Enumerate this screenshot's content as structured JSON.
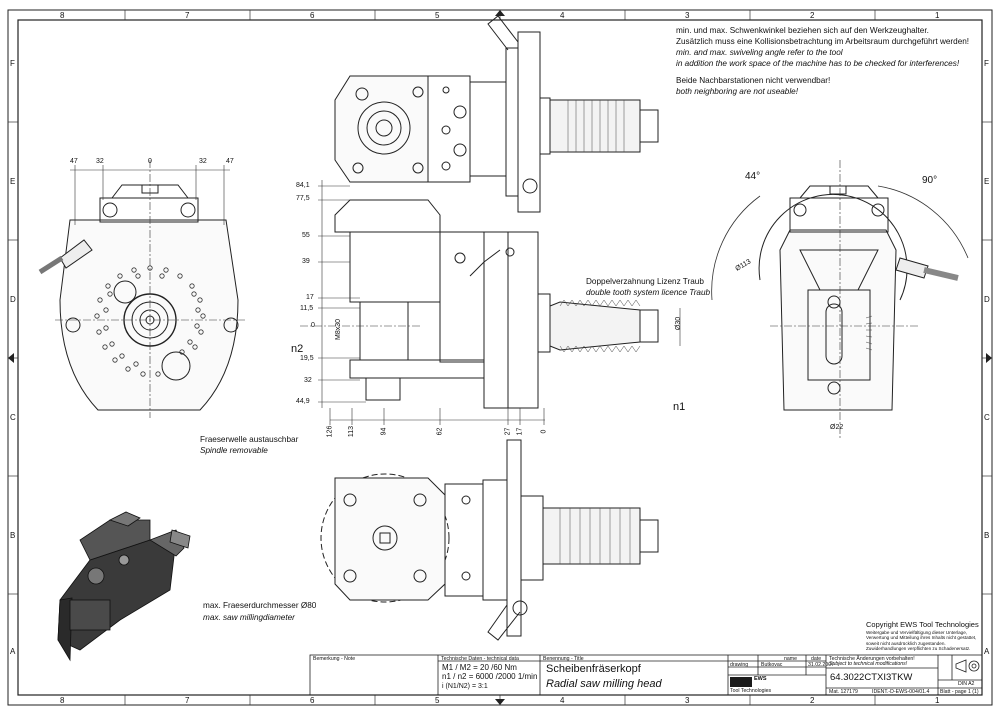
{
  "grid": {
    "columns": [
      "8",
      "7",
      "6",
      "5",
      "4",
      "3",
      "2",
      "1"
    ],
    "rows": [
      "F",
      "E",
      "D",
      "C",
      "B",
      "A"
    ]
  },
  "notes": {
    "de_1": "min. und max. Schwenkwinkel beziehen sich auf den Werkzeughalter.",
    "de_2": "Zusätzlich muss eine Kollisionsbetrachtung im Arbeitsraum durchgeführt werden!",
    "en_1": "min. and max. swiveling angle refer to the tool",
    "en_2": "in addition the work space of the machine has to be checked for interferences!",
    "de_3": "Beide Nachbarstationen nicht verwendbar!",
    "en_3": "both neighboring are not useable!"
  },
  "callouts": {
    "doppel_de": "Doppelverzahnung Lizenz Traub",
    "doppel_en": "double tooth system licence Traub",
    "spindle_de": "Fraeserwelle austauschbar",
    "spindle_en": "Spindle removable",
    "max_de": "max. Fraeserdurchmesser Ø80",
    "max_en": "max. saw millingdiameter",
    "n1": "n1",
    "n2": "n2",
    "angle_left": "44°",
    "angle_right": "90°"
  },
  "dims": {
    "top": [
      "47",
      "32",
      "0",
      "32",
      "47"
    ],
    "left_scale": [
      "84,1",
      "77,5",
      "55",
      "39",
      "17",
      "11,5",
      "0",
      "19,5",
      "32",
      "44,9"
    ],
    "bottom_scale": [
      "126",
      "113",
      "94",
      "62",
      "27",
      "17",
      "0"
    ],
    "m8": "M8x30",
    "d30": "Ø30",
    "d113": "Ø113",
    "d22": "Ø22"
  },
  "title_block": {
    "copyright": "Copyright EWS Tool Technologies",
    "copyright_sub": "Weitergabe und Vervielfältigung dieser Unterlage, Verwertung und Mitteilung ihres Inhalts nicht gestattet, soweit nicht ausdrücklich zugestanden. Zuwiderhandlungen verpflichten zu Schadenersatz.",
    "bemerkung": "Bemerkung - Note",
    "techdata_hdr": "Technische Daten - technical data",
    "m_line": "M1 / M2 = 20 /60 Nm",
    "n_line": "n1 / n2 = 6000 /2000 1/min",
    "i_line": "i (N1/N2) = 3:1",
    "benennung": "Benennung - Title",
    "title_de": "Scheibenfräserkopf",
    "title_en": "Radial saw milling head",
    "hdr_name": "name",
    "hdr_datum": "date",
    "row_drawing": "drawing",
    "drawer_name": "Butkovac",
    "drawer_date": "31.02.2007",
    "mod_note_de": "Technische Änderungen vorbehalten!",
    "mod_note_en": "Subject to technical modifications!",
    "part_no": "64.3022CTXI3TKW",
    "din": "DIN A2",
    "ident": "IDENT.-D-EWS-004/01.4",
    "blatt": "Blatt - page 1 (1)",
    "material": "Mat. 127179",
    "ews": "EWS",
    "ews_sub": "Tool Technologies"
  }
}
